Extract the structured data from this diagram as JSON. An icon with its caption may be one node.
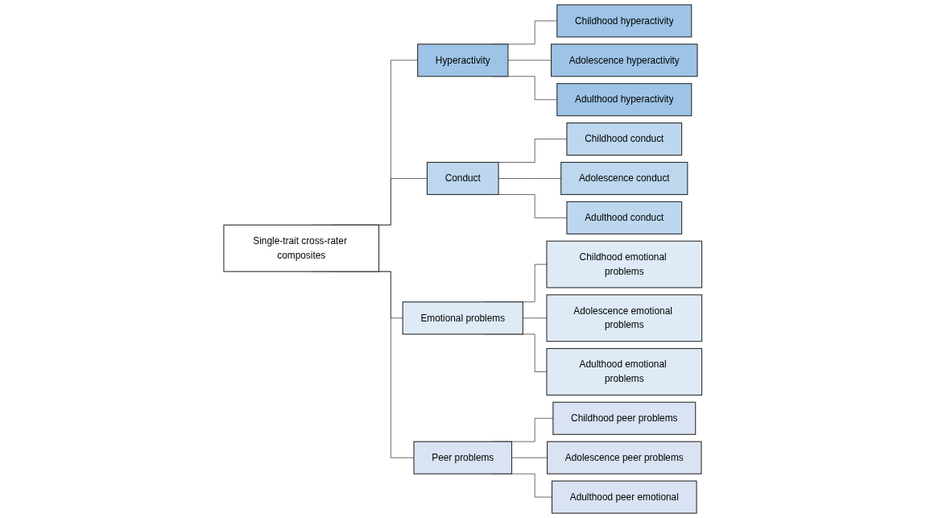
{
  "diagram": {
    "nodes": [
      {
        "text": [
          "Single-trait cross-rater composites"
        ]
      },
      {
        "text": [
          "Hyperactivity"
        ]
      },
      {
        "text": [
          "Childhood hyperactivity"
        ]
      },
      {
        "text": [
          "Adolescence hyperactivity"
        ]
      },
      {
        "text": [
          "Adulthood hyperactivity"
        ]
      },
      {
        "text": [
          "Conduct"
        ]
      },
      {
        "text": [
          "Childhood conduct"
        ]
      },
      {
        "text": [
          "Adolescence conduct"
        ]
      },
      {
        "text": [
          "Adulthood conduct"
        ]
      },
      {
        "text": [
          "Emotional problems"
        ]
      },
      {
        "text": [
          "Childhood emotional problems"
        ]
      },
      {
        "text": [
          "Adolescence emotional problems"
        ]
      },
      {
        "text": [
          "Adulthood emotional problems"
        ]
      },
      {
        "text": [
          "Peer problems"
        ]
      },
      {
        "text": [
          "Childhood peer problems"
        ]
      },
      {
        "text": [
          "Adolescence peer problems"
        ]
      },
      {
        "text": [
          "Adulthood peer emotional"
        ]
      }
    ],
    "edges": [
      {
        "from": 0,
        "to": 1,
        "arrow": "none"
      },
      {
        "from": 0,
        "to": 5,
        "arrow": "none"
      },
      {
        "from": 0,
        "to": 9,
        "arrow": "none"
      },
      {
        "from": 0,
        "to": 13,
        "arrow": "none"
      },
      {
        "from": 1,
        "to": 2,
        "arrow": "none"
      },
      {
        "from": 1,
        "to": 3,
        "arrow": "none"
      },
      {
        "from": 1,
        "to": 4,
        "arrow": "none"
      },
      {
        "from": 5,
        "to": 6,
        "arrow": "none"
      },
      {
        "from": 5,
        "to": 7,
        "arrow": "none"
      },
      {
        "from": 5,
        "to": 8,
        "arrow": "none"
      },
      {
        "from": 9,
        "to": 10,
        "arrow": "none"
      },
      {
        "from": 9,
        "to": 11,
        "arrow": "none"
      },
      {
        "from": 9,
        "to": 12,
        "arrow": "none"
      },
      {
        "from": 13,
        "to": 14,
        "arrow": "none"
      },
      {
        "from": 13,
        "to": 15,
        "arrow": "none"
      },
      {
        "from": 13,
        "to": 16,
        "arrow": "none"
      }
    ]
  }
}
